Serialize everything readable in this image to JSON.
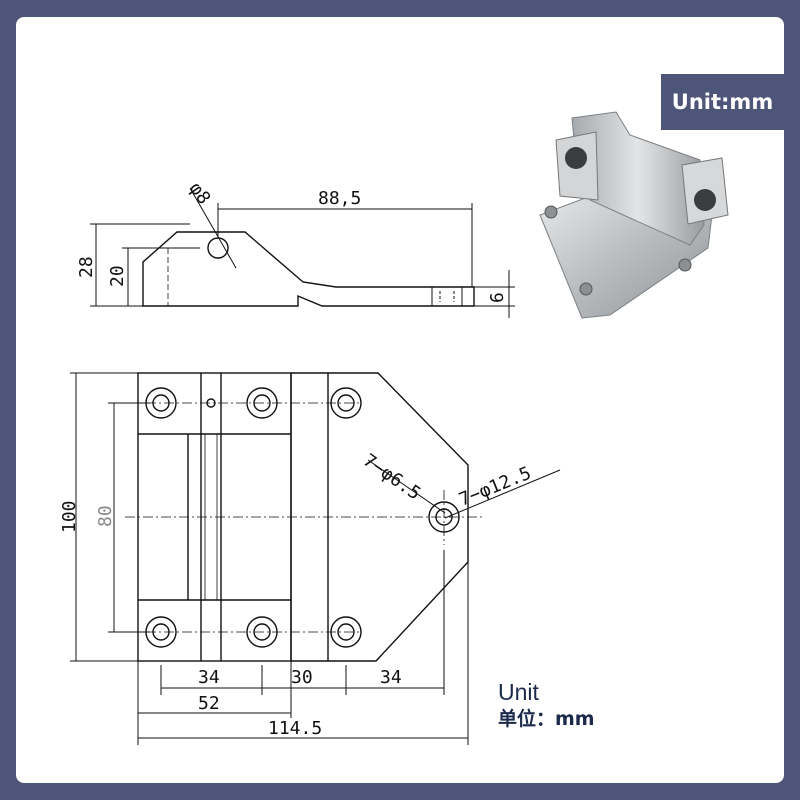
{
  "badge": {
    "label": "Unit:mm"
  },
  "side_view": {
    "hole_dia": "φ8",
    "length": "88,5",
    "height_total": "28",
    "height_inner": "20",
    "thickness": "6"
  },
  "front_view": {
    "height_total": "100",
    "hole_pitch_v": "80",
    "hole_callout_small": "7−φ6.5",
    "hole_callout_large": "7−φ12.5",
    "dim_34_left": "34",
    "dim_30": "30",
    "dim_34_right": "34",
    "dim_52": "52",
    "dim_width": "114.5"
  },
  "unit_note": {
    "line1": "Unit",
    "line2": "单位：mm"
  },
  "photo": {
    "icon": "hinge-photo-icon",
    "material_color": "#c9cbcd"
  },
  "colors": {
    "background": "#4d5579",
    "panel": "#ffffff",
    "line": "#111111"
  }
}
